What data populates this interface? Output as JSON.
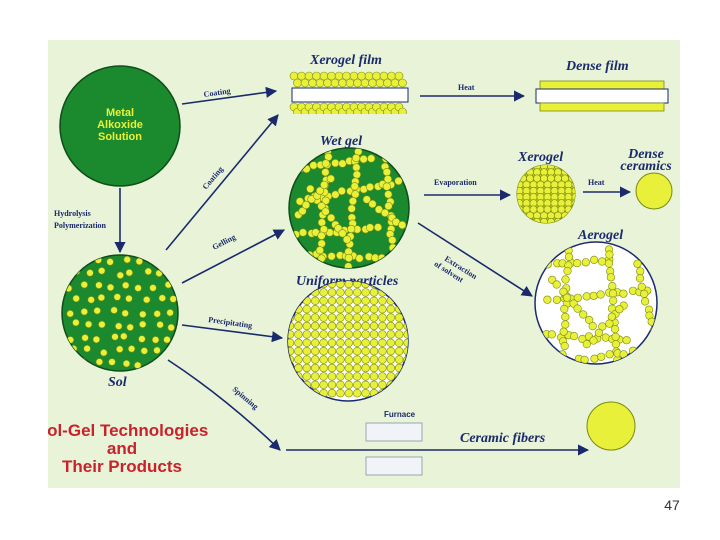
{
  "colors": {
    "background": "#ffffff",
    "dark_green": "#1b8a2e",
    "pale_green": "#e8f3d8",
    "yellow": "#e8f03a",
    "particle_outline": "#7a8a10",
    "navy": "#1a2a6c",
    "title_red": "#c8232c"
  },
  "diagram": {
    "metal_alkoxide": "Metal\nAlkoxide\nSolution",
    "sol": "Sol",
    "xerogel_film": "Xerogel film",
    "dense_film": "Dense film",
    "wet_gel": "Wet gel",
    "xerogel": "Xerogel",
    "dense_ceramics": "Dense\nceramics",
    "aerogel": "Aerogel",
    "uniform_particles": "Uniform particles",
    "ceramic_fibers": "Ceramic fibers",
    "furnace": "Furnace",
    "title": "Sol-Gel Technologies\nand\nTheir Products",
    "arrows": {
      "coating_top": "Coating",
      "heat_film": "Heat",
      "coating_diag": "Coating",
      "hydrolysis": "Hydrolysis\nPolymerization",
      "gelling": "Gelling",
      "evaporation": "Evaporation",
      "heat_xerogel": "Heat",
      "extraction": "Extraction\nof solvent",
      "precipitating": "Precipitating",
      "spinning": "Spinning"
    }
  },
  "slide_number": "47"
}
